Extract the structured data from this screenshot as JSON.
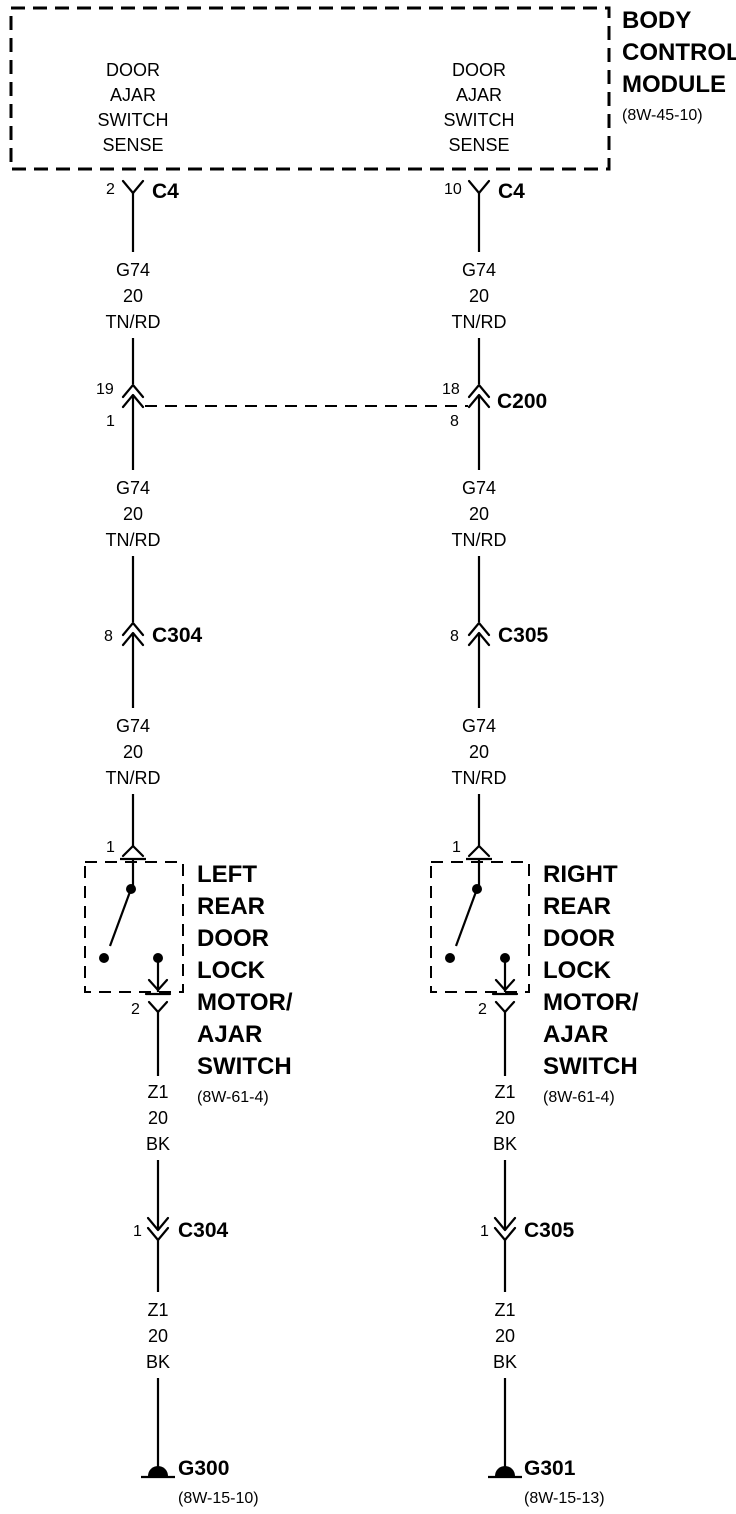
{
  "module": {
    "title_lines": [
      "BODY",
      "CONTROL",
      "MODULE"
    ],
    "ref": "(8W-45-10)",
    "left_pin_label": [
      "DOOR",
      "AJAR",
      "SWITCH",
      "SENSE"
    ],
    "right_pin_label": [
      "DOOR",
      "AJAR",
      "SWITCH",
      "SENSE"
    ]
  },
  "left": {
    "c4_pin": "2",
    "c4_name": "C4",
    "wire1": [
      "G74",
      "20",
      "TN/RD"
    ],
    "c200_pin_top": "19",
    "c200_pin_bottom": "1",
    "wire2": [
      "G74",
      "20",
      "TN/RD"
    ],
    "c304_pin": "8",
    "c304_name": "C304",
    "wire3": [
      "G74",
      "20",
      "TN/RD"
    ],
    "switch_pin_top": "1",
    "switch_pin_bottom": "2",
    "switch_label": [
      "LEFT",
      "REAR",
      "DOOR",
      "LOCK",
      "MOTOR/",
      "AJAR",
      "SWITCH"
    ],
    "switch_ref": "(8W-61-4)",
    "wire4": [
      "Z1",
      "20",
      "BK"
    ],
    "c304b_pin": "1",
    "c304b_name": "C304",
    "wire5": [
      "Z1",
      "20",
      "BK"
    ],
    "ground_name": "G300",
    "ground_ref": "(8W-15-10)"
  },
  "right": {
    "c4_pin": "10",
    "c4_name": "C4",
    "wire1": [
      "G74",
      "20",
      "TN/RD"
    ],
    "c200_pin_top": "18",
    "c200_pin_bottom": "8",
    "c200_name": "C200",
    "wire2": [
      "G74",
      "20",
      "TN/RD"
    ],
    "c305_pin": "8",
    "c305_name": "C305",
    "wire3": [
      "G74",
      "20",
      "TN/RD"
    ],
    "switch_pin_top": "1",
    "switch_pin_bottom": "2",
    "switch_label": [
      "RIGHT",
      "REAR",
      "DOOR",
      "LOCK",
      "MOTOR/",
      "AJAR",
      "SWITCH"
    ],
    "switch_ref": "(8W-61-4)",
    "wire4": [
      "Z1",
      "20",
      "BK"
    ],
    "c305b_pin": "1",
    "c305b_name": "C305",
    "wire5": [
      "Z1",
      "20",
      "BK"
    ],
    "ground_name": "G301",
    "ground_ref": "(8W-15-13)"
  }
}
